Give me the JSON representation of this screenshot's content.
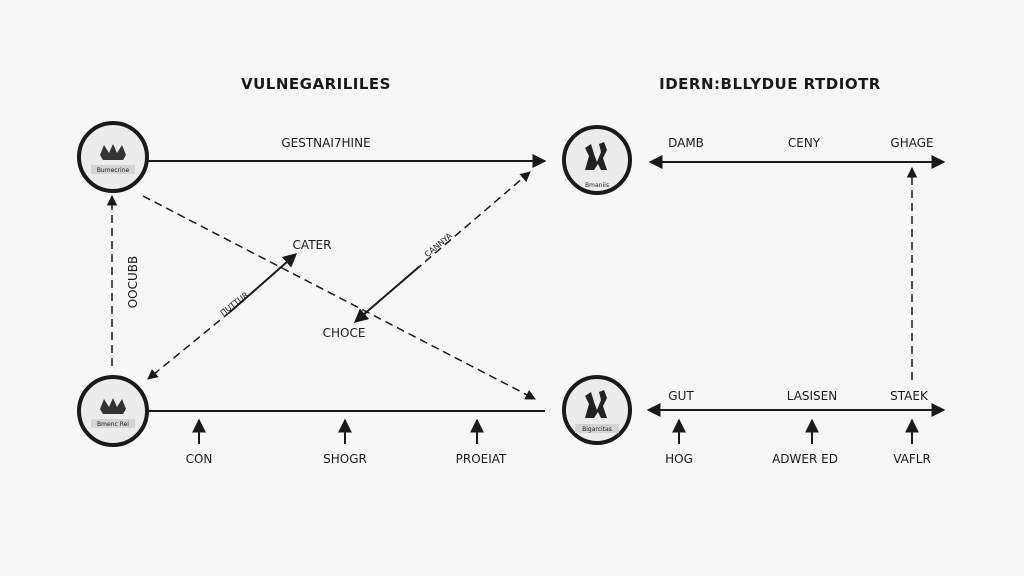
{
  "titles": {
    "left": "VULNEGARILILES",
    "right": "IDERN:BLLYDUE RTDIOTR"
  },
  "nodes": [
    {
      "id": "top-left",
      "icon": "crown-icon",
      "tag": "Bumecrine"
    },
    {
      "id": "bottom-left",
      "icon": "crown-icon",
      "tag": "Bmenc Rei"
    },
    {
      "id": "top-right",
      "icon": "figures-icon",
      "tag": "Bmaniis"
    },
    {
      "id": "bottom-right",
      "icon": "figures-icon",
      "tag": "Bigarcitas"
    }
  ],
  "left": {
    "top_edge_label": "GESTNAI7HINE",
    "vertical_label": "OOCUBB",
    "cater": "CATER",
    "choce": "CHOCE",
    "diag_small_1": "ПUTTUR",
    "diag_small_2": "CANNYA",
    "bottom_labels": [
      "CON",
      "SHOGR",
      "PROEIAT"
    ]
  },
  "right": {
    "top_labels": [
      "DAMB",
      "CENY",
      "GHAGE"
    ],
    "mid_labels": [
      "GUT",
      "LASISEN",
      "STAEK"
    ],
    "bottom_labels": [
      "HOG",
      "ADWER ED",
      "VAFLR"
    ]
  }
}
